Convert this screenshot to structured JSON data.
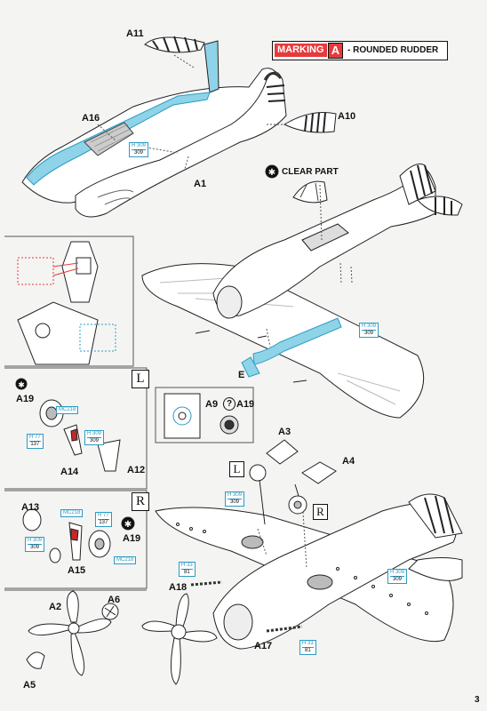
{
  "marking_banner": {
    "word": "MARKING",
    "letter": "A",
    "text": "- ROUNDED RUDDER"
  },
  "clear_part": {
    "symbol": "✱",
    "text": "CLEAR PART"
  },
  "labels": {
    "a11": "A11",
    "a16": "A16",
    "a10": "A10",
    "a1": "A1",
    "e": "E",
    "a19_l": "A19",
    "a14": "A14",
    "a12": "A12",
    "a9": "A9",
    "q": "?",
    "a19_mid": "A19",
    "a3": "A3",
    "a4": "A4",
    "a13": "A13",
    "a15": "A15",
    "a19_r": "A19",
    "a2": "A2",
    "a6": "A6",
    "a5": "A5",
    "a18": "A18",
    "a17": "A17"
  },
  "side_marks": {
    "left": "L",
    "right": "R",
    "left_mid": "L",
    "right_mid": "R"
  },
  "paints": {
    "p1": {
      "code": "H 309",
      "num": "309"
    },
    "p2": {
      "code": "H 309",
      "num": "309"
    },
    "p3": {
      "code": "H 77",
      "num": "137"
    },
    "p4": {
      "code": "H 309",
      "num": "309"
    },
    "p5": {
      "code": "H 77",
      "num": "137"
    },
    "p6": {
      "code": "H 309",
      "num": "309"
    },
    "p7": {
      "code": "H 309",
      "num": "309"
    },
    "p8": {
      "code": "H 33",
      "num": "81"
    },
    "p9": {
      "code": "H 309",
      "num": "309"
    },
    "p10": {
      "code": "H 33",
      "num": "81"
    }
  },
  "mc_codes": {
    "m1": "MC218",
    "m2": "MC218",
    "m3": "MC218"
  },
  "page_number": "3",
  "colors": {
    "accent": "#e8393b",
    "paint_blue": "#2a9bc4",
    "part_blue": "#8fd3e8"
  }
}
